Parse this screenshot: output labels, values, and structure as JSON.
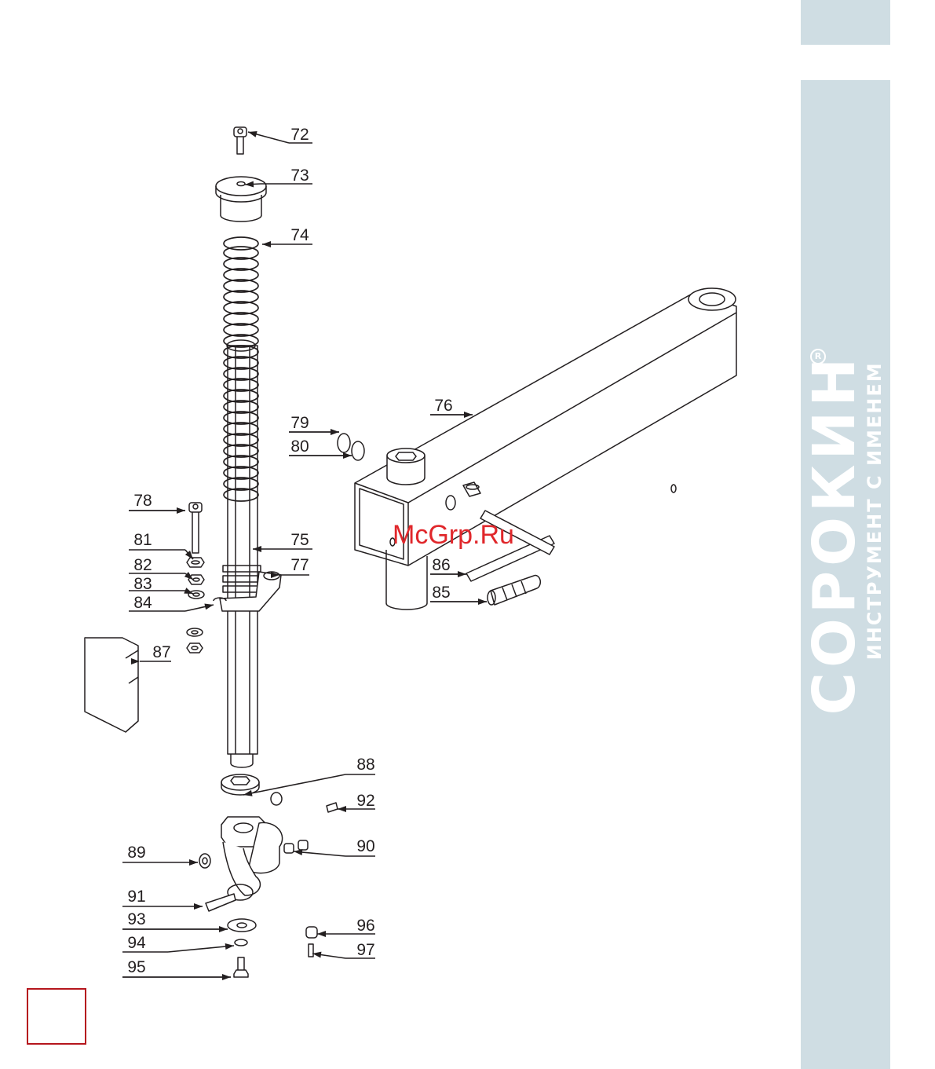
{
  "callouts": [
    "72",
    "73",
    "74",
    "75",
    "76",
    "77",
    "78",
    "79",
    "80",
    "81",
    "82",
    "83",
    "84",
    "85",
    "86",
    "87",
    "88",
    "89",
    "90",
    "91",
    "92",
    "93",
    "94",
    "95",
    "96",
    "97"
  ],
  "brand": {
    "name": "СОРОКИН",
    "tagline": "ИНСТРУМЕНТ С ИМЕНЕМ",
    "registered_mark": "R"
  },
  "watermark": "McGrp.Ru",
  "colors": {
    "sidebar": "#cfdde3",
    "line": "#231f20",
    "watermark": "#e0272b",
    "page_box_border": "#b5161d"
  }
}
